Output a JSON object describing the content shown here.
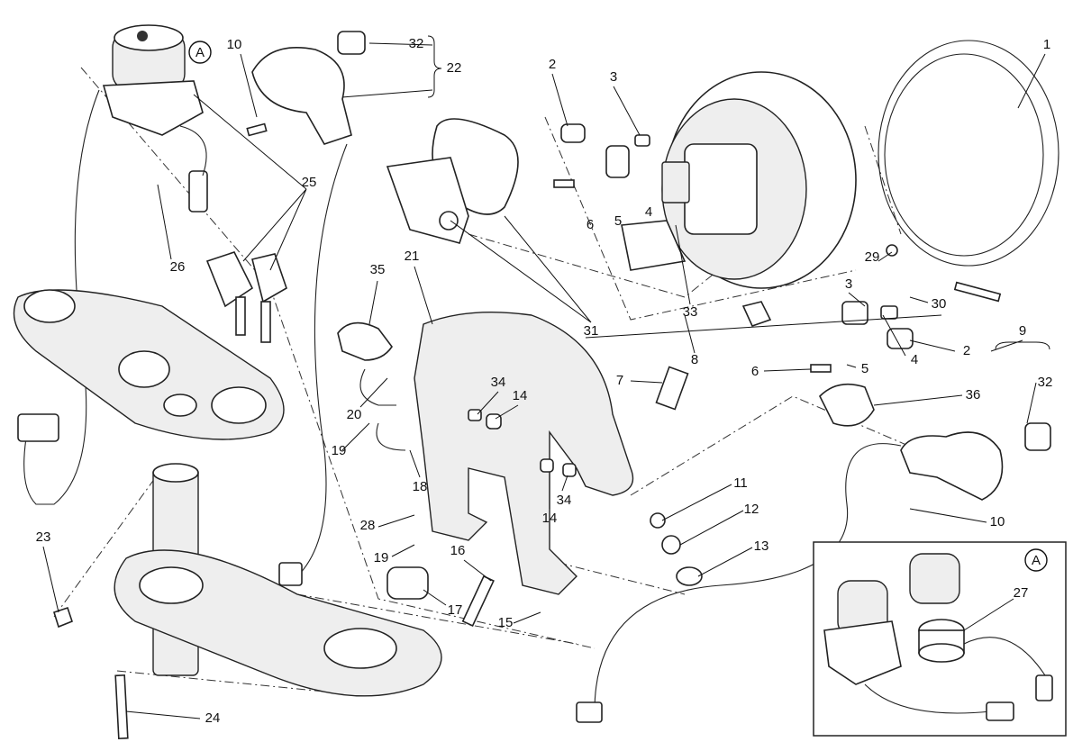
{
  "diagram": {
    "type": "exploded-parts-diagram",
    "callouts": [
      "1",
      "2",
      "3",
      "2",
      "3",
      "4",
      "5",
      "6",
      "4",
      "5",
      "6",
      "7",
      "8",
      "9",
      "10",
      "10",
      "11",
      "12",
      "13",
      "14",
      "14",
      "15",
      "16",
      "17",
      "18",
      "19",
      "19",
      "20",
      "21",
      "22",
      "23",
      "24",
      "25",
      "26",
      "27",
      "28",
      "29",
      "30",
      "31",
      "32",
      "32",
      "33",
      "34",
      "34",
      "35",
      "36"
    ],
    "detail_markers": [
      "A",
      "A"
    ]
  }
}
